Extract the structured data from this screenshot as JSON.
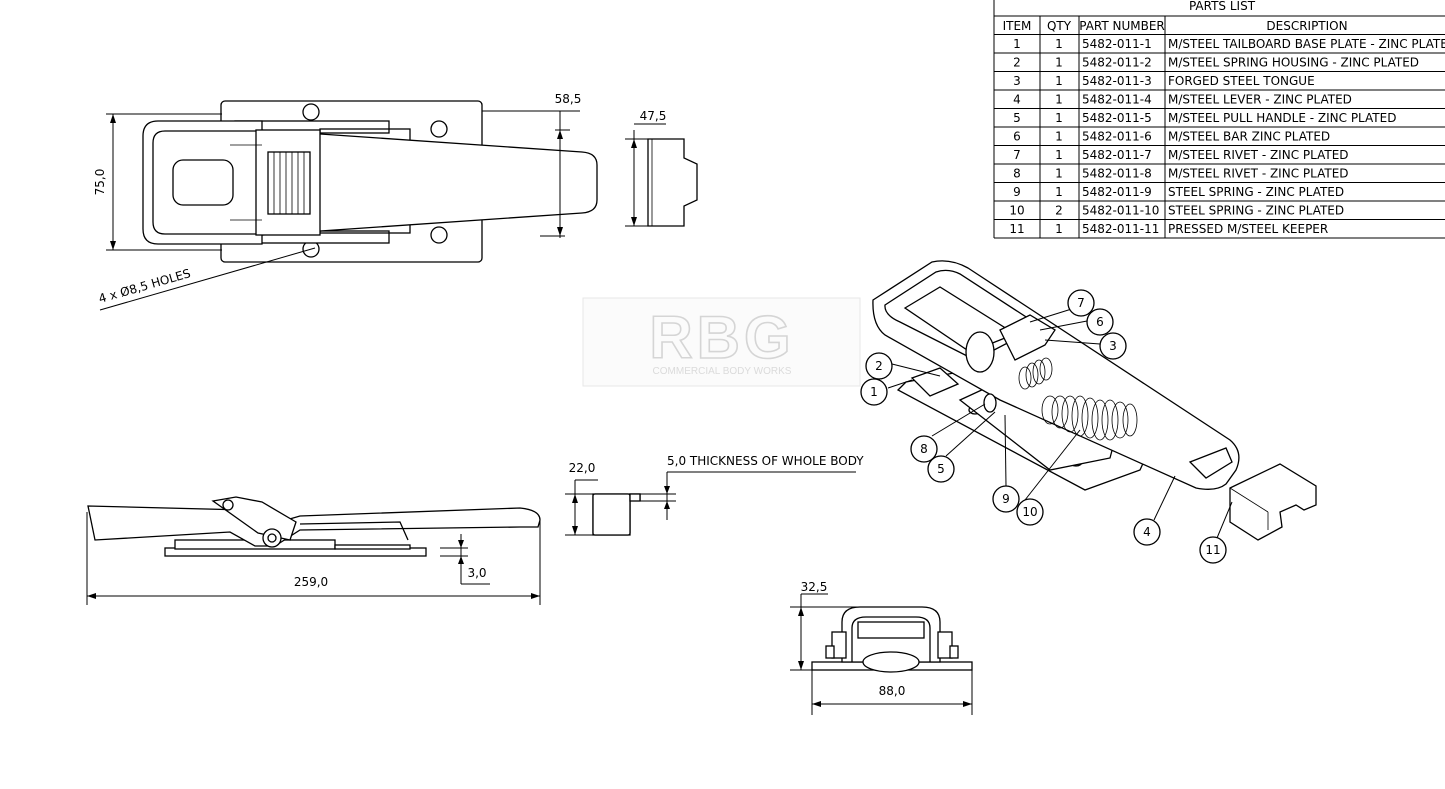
{
  "parts_list": {
    "title": "PARTS LIST",
    "headers": [
      "ITEM",
      "QTY",
      "PART NUMBER",
      "DESCRIPTION"
    ],
    "rows": [
      [
        "1",
        "1",
        "5482-011-1",
        "M/STEEL TAILBOARD BASE PLATE - ZINC PLATED"
      ],
      [
        "2",
        "1",
        "5482-011-2",
        "M/STEEL SPRING HOUSING - ZINC PLATED"
      ],
      [
        "3",
        "1",
        "5482-011-3",
        "FORGED STEEL TONGUE"
      ],
      [
        "4",
        "1",
        "5482-011-4",
        "M/STEEL LEVER - ZINC PLATED"
      ],
      [
        "5",
        "1",
        "5482-011-5",
        "M/STEEL PULL HANDLE - ZINC PLATED"
      ],
      [
        "6",
        "1",
        "5482-011-6",
        "M/STEEL BAR ZINC PLATED"
      ],
      [
        "7",
        "1",
        "5482-011-7",
        "M/STEEL RIVET - ZINC PLATED"
      ],
      [
        "8",
        "1",
        "5482-011-8",
        "M/STEEL RIVET - ZINC PLATED"
      ],
      [
        "9",
        "1",
        "5482-011-9",
        "STEEL SPRING - ZINC PLATED"
      ],
      [
        "10",
        "2",
        "5482-011-10",
        "STEEL SPRING - ZINC PLATED"
      ],
      [
        "11",
        "1",
        "5482-011-11",
        " PRESSED M/STEEL KEEPER"
      ]
    ]
  },
  "dimensions": {
    "top_height": "75,0",
    "top_handle_height": "58,5",
    "keeper_height": "47,5",
    "holes_note": "4 x Ø8,5 HOLES",
    "keeper_side": "22,0",
    "thickness_note": "5,0 THICKNESS OF WHOLE BODY",
    "base_thickness": "3,0",
    "overall_length": "259,0",
    "end_height": "32,5",
    "end_width": "88,0"
  },
  "watermark": {
    "logo": "RBG",
    "tagline": "COMMERCIAL BODY WORKS"
  },
  "balloons": [
    "1",
    "2",
    "3",
    "4",
    "5",
    "6",
    "7",
    "8",
    "9",
    "10",
    "11"
  ]
}
